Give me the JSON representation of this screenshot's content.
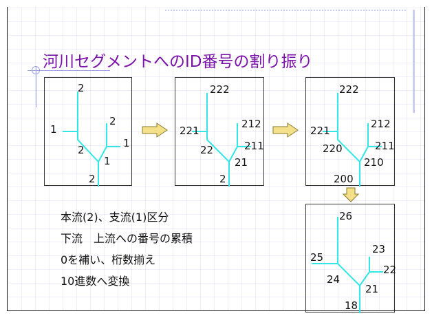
{
  "slide": {
    "title": "河川セグメントへのID番号の割り振り",
    "colors": {
      "title": "#7a12a8",
      "river": "#33e6e6",
      "arrow_fill": "#f5e08a",
      "arrow_stroke": "#8a7a2a"
    }
  },
  "diagrams": [
    {
      "labels": {
        "top": "2",
        "left": "1",
        "mid": "2",
        "right_up": "2",
        "right_out": "1",
        "right_low": "1",
        "bottom": "2"
      }
    },
    {
      "labels": {
        "top": "222",
        "left": "221",
        "mid": "22",
        "right_up": "212",
        "right_out": "211",
        "right_low": "21",
        "bottom": "2"
      }
    },
    {
      "labels": {
        "top": "222",
        "left": "221",
        "mid": "220",
        "right_up": "212",
        "right_out": "211",
        "right_low": "210",
        "bottom": "200"
      }
    },
    {
      "labels": {
        "top": "26",
        "left": "25",
        "mid": "24",
        "right_up": "23",
        "right_out": "22",
        "right_low": "21",
        "bottom": "18"
      }
    }
  ],
  "bullets": [
    "本流(2)、支流(1)区分",
    "下流　上流への番号の累積",
    "0を補い、桁数揃え",
    "10進数へ変換"
  ],
  "icons": {
    "arrow_right": "right-arrow-icon",
    "arrow_down": "down-arrow-icon"
  }
}
